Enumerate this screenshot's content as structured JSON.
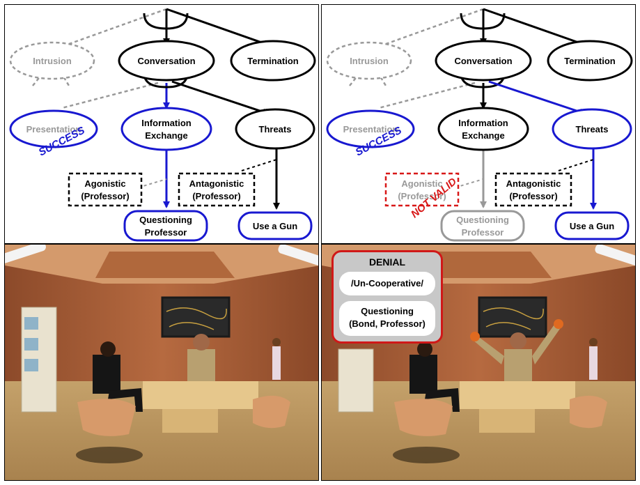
{
  "panels": {
    "top_left": {
      "nodes": {
        "intrusion": "Intrusion",
        "conversation": "Conversation",
        "termination": "Termination",
        "presentation": "Presentation",
        "information_exchange": [
          "Information",
          "Exchange"
        ],
        "threats": "Threats",
        "agonistic": [
          "Agonistic",
          "(Professor)"
        ],
        "antagonistic": [
          "Antagonistic",
          "(Professor)"
        ],
        "questioning_professor": [
          "Questioning",
          "Professor"
        ],
        "use_a_gun": "Use a Gun"
      },
      "stamp": "SUCCESS"
    },
    "top_right": {
      "nodes": {
        "intrusion": "Intrusion",
        "conversation": "Conversation",
        "termination": "Termination",
        "presentation": "Presentation",
        "information_exchange": [
          "Information",
          "Exchange"
        ],
        "threats": "Threats",
        "agonistic": [
          "Agonistic",
          "(Professor)"
        ],
        "antagonistic": [
          "Antagonistic",
          "(Professor)"
        ],
        "questioning_professor": [
          "Questioning",
          "Professor"
        ],
        "use_a_gun": "Use a Gun"
      },
      "stamps": {
        "success": "SUCCESS",
        "not_valid": "NOT VALID"
      }
    },
    "bottom_right": {
      "overlay": {
        "title": "DENIAL",
        "state": "/Un-Cooperative/",
        "action": [
          "Questioning",
          "(Bond, Professor)"
        ]
      }
    }
  },
  "colors": {
    "active": "#1818d0",
    "inactive": "#999999",
    "invalid": "#d81818",
    "default": "#000000"
  }
}
